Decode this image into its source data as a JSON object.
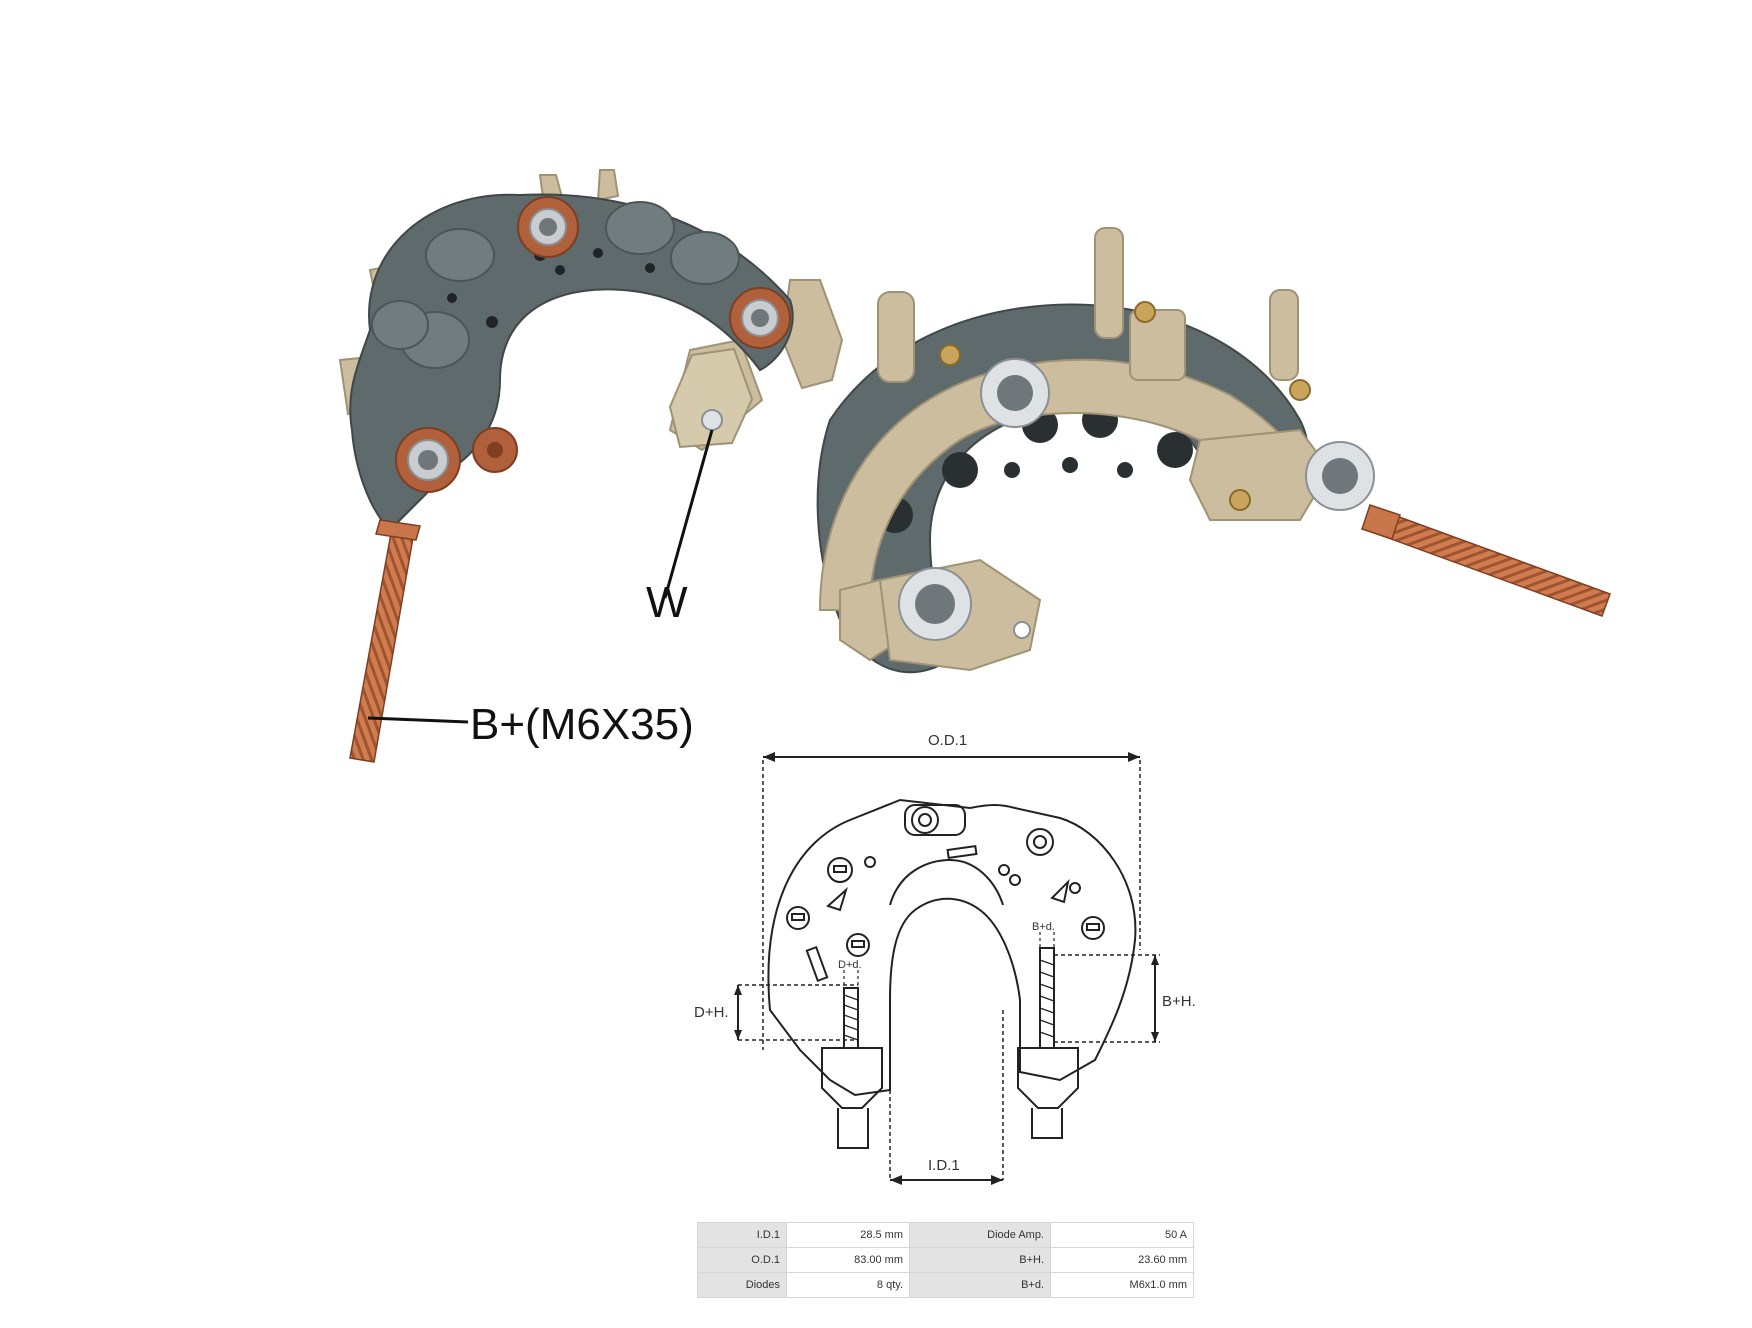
{
  "callouts": {
    "w": "W",
    "b_plus": "B+(M6X35)"
  },
  "drawing_labels": {
    "od1": "O.D.1",
    "id1": "I.D.1",
    "dh": "D+H.",
    "dd": "D+d.",
    "bh": "B+H.",
    "bd": "B+d."
  },
  "specs": [
    {
      "k1": "I.D.1",
      "v1": "28.5 mm",
      "k2": "Diode Amp.",
      "v2": "50 A"
    },
    {
      "k1": "O.D.1",
      "v1": "83.00 mm",
      "k2": "B+H.",
      "v2": "23.60 mm"
    },
    {
      "k1": "Diodes",
      "v1": "8 qty.",
      "k2": "B+d.",
      "v2": "M6x1.0 mm"
    }
  ],
  "colors": {
    "housing_grey": "#5f6a6c",
    "insulator_beige": "#cbbd9e",
    "copper": "#c8764a",
    "washer_silver": "#c9cdd0"
  }
}
